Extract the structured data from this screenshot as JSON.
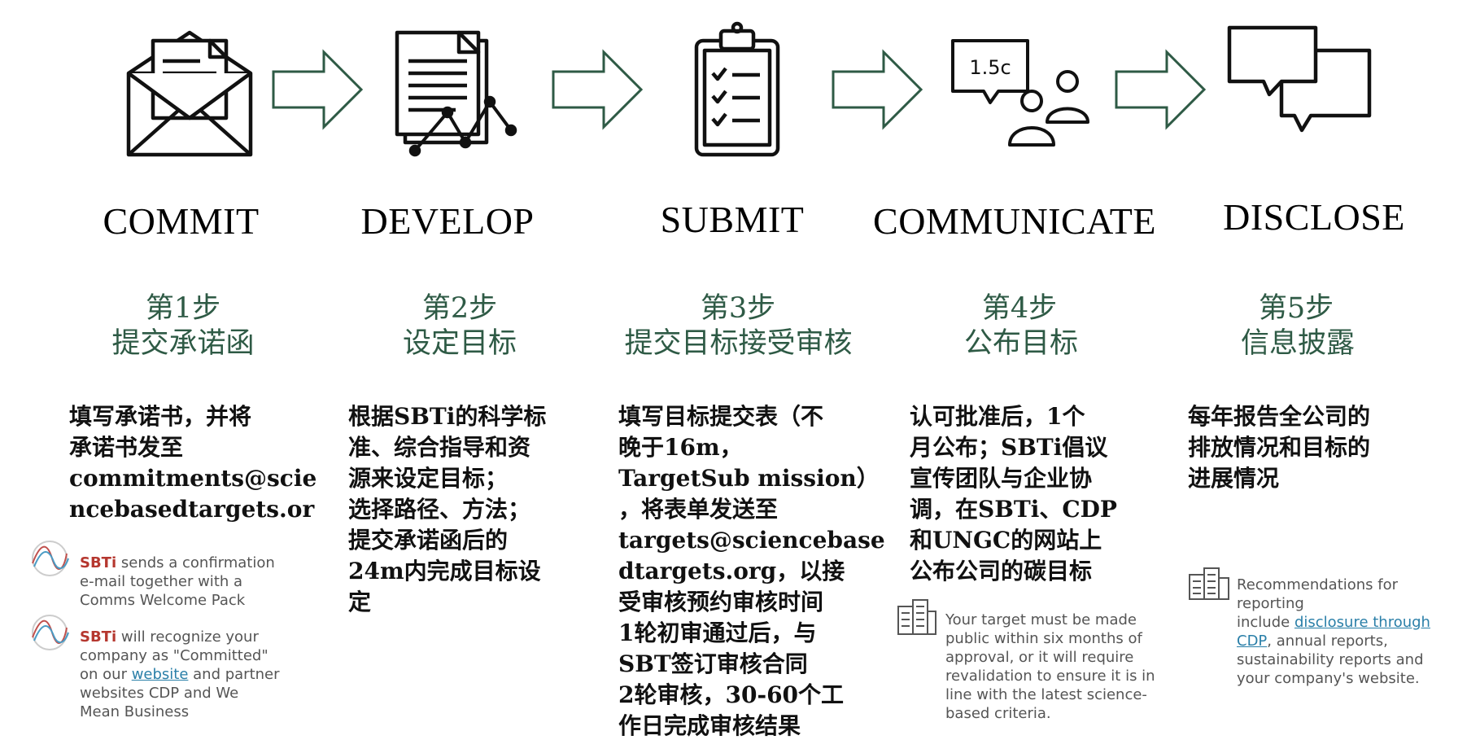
{
  "steps": [
    {
      "icon": "envelope-letter-icon",
      "title": "COMMIT",
      "num": "第1步",
      "name": "提交承诺函",
      "desc": [
        "填写承诺书，并将",
        "承诺书发至",
        "commitments@scie",
        "ncebasedtargets.or"
      ]
    },
    {
      "icon": "document-chart-icon",
      "title": "DEVELOP",
      "num": "第2步",
      "name": "设定目标",
      "desc": [
        "根据SBTi的科学标",
        "准、综合指导和资",
        "源来设定目标；",
        "选择路径、方法；",
        "提交承诺函后的",
        "24m内完成目标设",
        "定"
      ]
    },
    {
      "icon": "clipboard-checklist-icon",
      "title": "SUBMIT",
      "num": "第3步",
      "name": "提交目标接受审核",
      "desc": [
        "填写目标提交表（不",
        "晚于16m，",
        "TargetSub mission）",
        "，将表单发送至",
        "targets@sciencebase",
        "dtargets.org，以接",
        "受审核预约审核时间",
        "1轮初审通过后，与",
        "SBT签订审核合同",
        "2轮审核，30-60个工",
        "作日完成审核结果"
      ]
    },
    {
      "icon": "speech-people-icon",
      "title": "COMMUNICATE",
      "num": "第4步",
      "name": "公布目标",
      "desc": [
        "认可批准后，1个",
        "月公布；SBTi倡议",
        "宣传团队与企业协",
        "调，在SBTi、CDP",
        "和UNGC的网站上",
        "公布公司的碳目标"
      ],
      "bubble_text": "1.5c"
    },
    {
      "icon": "chat-bubbles-icon",
      "title": "DISCLOSE",
      "num": "第5步",
      "name": "信息披露",
      "desc": [
        "每年报告全公司的",
        "排放情况和目标的",
        "进展情况"
      ]
    }
  ],
  "notes": {
    "commit_1": {
      "brand": "SBTi",
      "lines": [
        " sends a confirmation",
        "e-mail together with a",
        "Comms Welcome Pack"
      ]
    },
    "commit_2": {
      "brand": "SBTi",
      "l1": " will recognize your",
      "l2": "company as \"Committed\"",
      "l3a": "on our ",
      "link": "website",
      "l3b": " and partner",
      "l4": "websites CDP and We",
      "l5": "Mean Business"
    },
    "communicate": [
      "Your target must be made",
      "public within six months of",
      "approval, or it will require",
      "revalidation to ensure it is in",
      "line with the latest science-",
      "based criteria."
    ],
    "disclose": {
      "l1": "Recommendations for",
      "l2": "reporting",
      "l3a": "include ",
      "link1": "disclosure through",
      "link2": "CDP",
      "l4b": ", annual reports,",
      "l5": "sustainability reports and",
      "l6": "your company's website."
    }
  },
  "colors": {
    "arrow": "#2e5a45",
    "step_text": "#2e5a45",
    "brand": "#b5372f",
    "link": "#2a7fa8"
  }
}
